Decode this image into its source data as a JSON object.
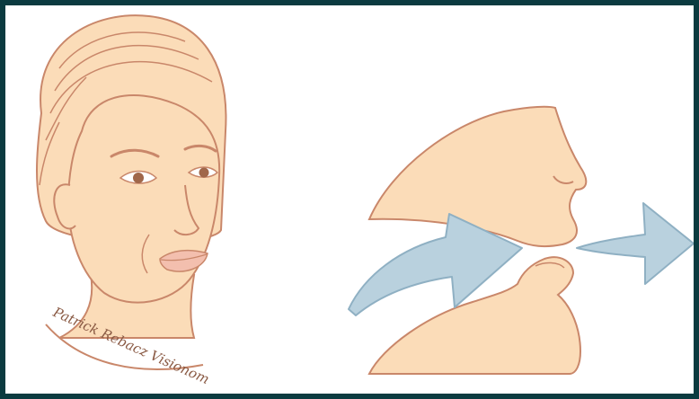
{
  "illustration": {
    "signature": "Patrick Rebacz Visionom",
    "colors": {
      "background": "#0b3b40",
      "canvas": "#ffffff",
      "skin": "#fbdcb8",
      "skin_shadow": "#f5c9a0",
      "outline": "#c9876a",
      "lips": "#f3bfae",
      "eye": "#a0674a",
      "arrow_fill": "#b9d1de",
      "arrow_stroke": "#8fb0c3"
    },
    "icons": [
      "face-portrait",
      "profile-nose-mouth",
      "air-inflow-arrow",
      "air-outflow-arrow"
    ]
  }
}
